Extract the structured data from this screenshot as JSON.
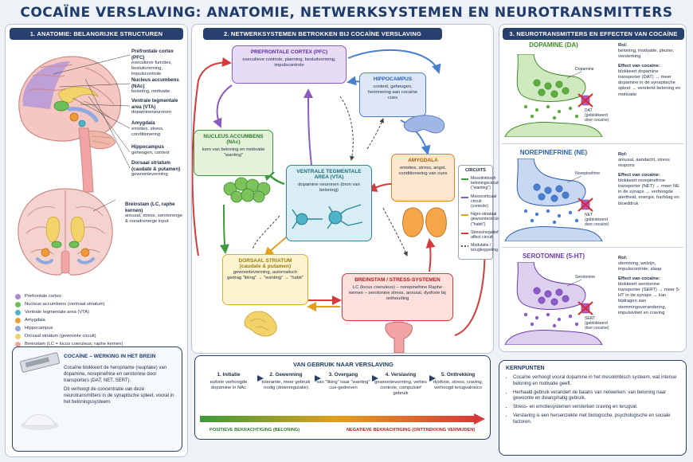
{
  "title": "COCAÏNE VERSLAVING: ANATOMIE, NETWERKSYSTEMEN EN NEUROTRANSMITTERS",
  "panel1": {
    "header": "1. ANATOMIE: BELANGRIJKE STRUCTUREN",
    "labels": [
      {
        "name": "Prefrontale cortex",
        "abbr": "(PFC)",
        "desc": "executieve functies, besluitvorming, impulscontrole"
      },
      {
        "name": "Nucleus accumbens",
        "abbr": "(NAc)",
        "desc": "beloning, motivatie"
      },
      {
        "name": "Ventrale tegmentale",
        "abbr": "area (VTA)",
        "desc": "dopamineneuronen"
      },
      {
        "name": "Amygdala",
        "abbr": "",
        "desc": "emoties, stress, conditionering"
      },
      {
        "name": "Hippocampus",
        "abbr": "",
        "desc": "geheugen, context"
      },
      {
        "name": "Dorsaal striatum",
        "abbr": "(caudate & putamen)",
        "desc": "gewoontevorming"
      }
    ],
    "brainstem": {
      "name": "Breinstam",
      "abbr": "(LC, raphe kernen)",
      "desc": "arousal, stress, serotonerge & noradrenerge input"
    },
    "legend": [
      {
        "label": "Prefrontale cortex",
        "color": "#a98bd1"
      },
      {
        "label": "Nucleus accumbens (ventraal striatum)",
        "color": "#6fbf57"
      },
      {
        "label": "Ventrale tegmentale area (VTA)",
        "color": "#4cb3c9"
      },
      {
        "label": "Amygdala",
        "color": "#f09a3c"
      },
      {
        "label": "Hippocampus",
        "color": "#8fa8de"
      },
      {
        "label": "Dorsaal striatum (gewoonte circuit)",
        "color": "#f2d36a"
      },
      {
        "label": "Breinstam (LC = locus coeruleus; raphe kernen)",
        "color": "#f2a4a4"
      }
    ],
    "cocaine": {
      "title": "COCAÏNE – WERKING IN HET BREIN",
      "text1": "Cocaïne blokkeert de heropname (reuptake) van dopamine, norepinefrine en serotonine door transporters (DAT, NET, SERT).",
      "text2": "Dit verhoogt de concentratie van deze neurotransmitters in de synaptische spleet, vooral in het beloningssysteem."
    }
  },
  "panel2": {
    "header": "2. NETWERKSYSTEMEN BETROKKEN BIJ COCAÏNE VERSLAVING",
    "pfc": {
      "title": "PREFRONTALE CORTEX (PFC)",
      "desc": "executieve controle, planning, besluitvorming, impulscontrole"
    },
    "hippo": {
      "title": "HIPPOCAMPUS",
      "desc": "context, geheugen, herinnering aan cocaïne cues"
    },
    "nac": {
      "title": "NUCLEUS ACCUMBENS (NAc)",
      "desc": "kern van beloning en motivatie \"wanting\""
    },
    "vta": {
      "title": "VENTRALE TEGMENTALE AREA (VTA)",
      "desc": "dopamine neuronen (bron van beloning)"
    },
    "amyg": {
      "title": "AMYGDALA",
      "desc": "emoties, stress, angst, conditionering van cues"
    },
    "ds": {
      "title": "DORSAAL STRIATUM",
      "subtitle": "(caudate & putamen)",
      "desc": "gewoontevorming, automatisch gedrag \"liking\" → \"wanting\" → \"habit\""
    },
    "bs": {
      "title": "BREINSTAM / STRESS-SYSTEMEN",
      "desc": "LC (locus coeruleus) – norepinefrine Raphe kernen – serotonine stress, arousal, dysforie bij onthouding"
    },
    "circuits": {
      "title": "CIRCUITS",
      "items": [
        {
          "label": "Mesolimbisch beloningscircuit (\"wanting\")",
          "color": "#3c9a3c"
        },
        {
          "label": "Mesocorticaal circuit (controle)",
          "color": "#8a5cc2"
        },
        {
          "label": "Nigro-striataal gewoontecircuit (\"habit\")",
          "color": "#e0a020"
        },
        {
          "label": "Stress/negatief affect circuit",
          "color": "#d63a3a"
        },
        {
          "label": "Modulatie / terugkoppeling",
          "color": "#555555"
        }
      ]
    }
  },
  "progression": {
    "title": "VAN GEBRUIK NAAR VERSLAVING",
    "stages": [
      {
        "title": "1. Initiatie",
        "desc": "euforie verhoogde dopamine in NAc"
      },
      {
        "title": "2. Gewenning",
        "desc": "tolerantie, meer gebruik nodig (downregulatie)"
      },
      {
        "title": "3. Overgang",
        "desc": "van \"liking\" naar \"wanting\" cue-gedreven"
      },
      {
        "title": "4. Verslaving",
        "desc": "gewoontevorming, verlies controle, compulsief gebruik"
      },
      {
        "title": "5. Onttrekking",
        "desc": "dysforie, stress, craving, verhoogd terugvalrisico"
      }
    ],
    "positive": "POSITIEVE BEKRACHTIGING (BELONING)",
    "negative": "NEGATIEVE BEKRACHTIGING (ONTTREKKING VERMIJDEN)"
  },
  "panel3": {
    "header": "3. NEUROTRANSMITTERS EN EFFECTEN VAN COCAÏNE",
    "nts": [
      {
        "name": "DOPAMINE (DA)",
        "color": "#3f8a2c",
        "fill": "#cfe8bd",
        "dot": "#5fae3e",
        "vesicle_label": "Dopamine",
        "transporter": "DAT",
        "blocked": "(geblokkeerd door cocaïne)",
        "role_title": "Rol:",
        "role": "beloning, motivatie, plezier, versterking",
        "effect_title": "Effect van cocaïne:",
        "effect": "blokkeert dopamine transporter (DAT) → meer dopamine in de synaptische spleet → versterkt beloning en motivatie"
      },
      {
        "name": "NOREPINEFRINE (NE)",
        "color": "#2a5fb0",
        "fill": "#c8d8f2",
        "dot": "#4a7fd0",
        "vesicle_label": "Norepinefrine",
        "transporter": "NET",
        "blocked": "(geblokkeerd door cocaïne)",
        "role_title": "Rol:",
        "role": "arousal, aandacht, stress respons",
        "effect_title": "Effect van cocaïne:",
        "effect": "blokkeert norepinefrine transporter (NET) → meer NE in de synaps → verhoogde alertheid, energie, hartslag en bloeddruk"
      },
      {
        "name": "SEROTONINE (5-HT)",
        "color": "#6a3aa8",
        "fill": "#ddd0ee",
        "dot": "#8c5cc8",
        "vesicle_label": "Serotonine",
        "transporter": "SERT",
        "blocked": "(geblokkeerd door cocaïne)",
        "role_title": "Rol:",
        "role": "stemming, welzijn, impulscontrole, slaap",
        "effect_title": "Effect van cocaïne:",
        "effect": "blokkeert serotonine transporter (SERT) → meer 5-HT in de synaps → kan bijdragen aan stemmingsverandering, impulsiviteit en craving"
      }
    ],
    "kernpunten": {
      "title": "KERNPUNTEN",
      "items": [
        "Cocaïne verhoogt vooral dopamine in het mesolimbisch systeem, wat intense beloning en motivatie geeft.",
        "Herhaald gebruik verandert de balans van netwerken: van beloning naar gewoonte en dwangmatig gebruik.",
        "Stress- en emotiesystemen versterken craving en terugval.",
        "Verslaving is een hersenziekte met biologische, psychologische en sociale factoren."
      ]
    }
  }
}
